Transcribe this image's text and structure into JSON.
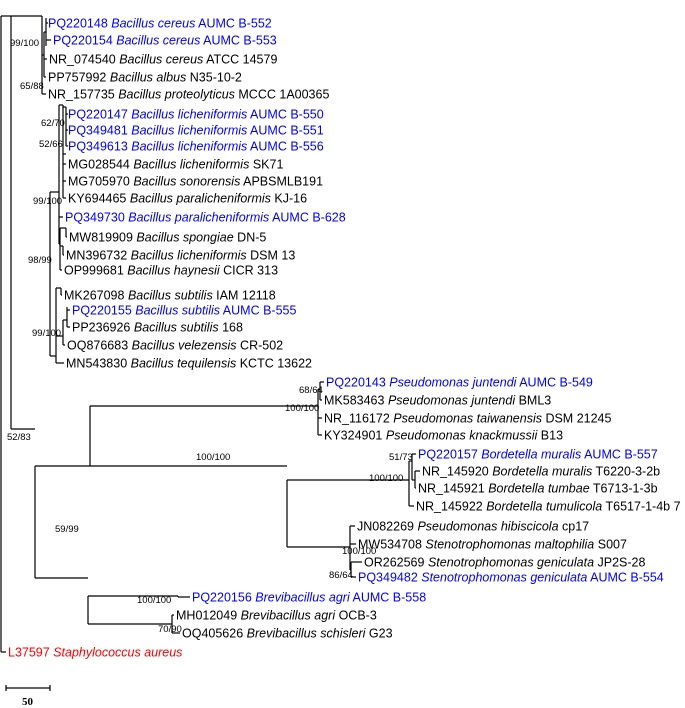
{
  "colors": {
    "query": "#0000ff",
    "reference": "#000000",
    "outgroup": "#ff0000"
  },
  "taxa": [
    {
      "id": "t1",
      "accession": "PQ220148",
      "species": "Bacillus cereus",
      "strain": "AUMC B-552",
      "kind": "query"
    },
    {
      "id": "t2",
      "accession": "PQ220154",
      "species": "Bacillus cereus",
      "strain": "AUMC B-553",
      "kind": "query"
    },
    {
      "id": "t3",
      "accession": "NR_074540",
      "species": "Bacillus cereus",
      "strain": "ATCC 14579",
      "kind": "reference"
    },
    {
      "id": "t4",
      "accession": "PP757992",
      "species": "Bacillus albus",
      "strain": "N35-10-2",
      "kind": "reference"
    },
    {
      "id": "t5",
      "accession": "NR_157735",
      "species": "Bacillus proteolyticus",
      "strain": "MCCC 1A00365",
      "kind": "reference"
    },
    {
      "id": "t6",
      "accession": "PQ220147",
      "species": "Bacillus licheniformis",
      "strain": "AUMC B-550",
      "kind": "query"
    },
    {
      "id": "t7",
      "accession": "PQ349481",
      "species": "Bacillus licheniformis",
      "strain": "AUMC B-551",
      "kind": "query"
    },
    {
      "id": "t8",
      "accession": "PQ349613",
      "species": "Bacillus licheniformis",
      "strain": "AUMC B-556",
      "kind": "query"
    },
    {
      "id": "t9",
      "accession": "MG028544",
      "species": "Bacillus licheniformis",
      "strain": "SK71",
      "kind": "reference"
    },
    {
      "id": "t10",
      "accession": "MG705970",
      "species": "Bacillus sonorensis",
      "strain": "APBSMLB191",
      "kind": "reference"
    },
    {
      "id": "t11",
      "accession": "KY694465",
      "species": "Bacillus paralicheniformis",
      "strain": "KJ-16",
      "kind": "reference"
    },
    {
      "id": "t12",
      "accession": "PQ349730",
      "species": "Bacillus paralicheniformis",
      "strain": "AUMC B-628",
      "kind": "query"
    },
    {
      "id": "t13",
      "accession": "MW819909",
      "species": "Bacillus spongiae",
      "strain": "DN-5",
      "kind": "reference"
    },
    {
      "id": "t14",
      "accession": "MN396732",
      "species": "Bacillus licheniformis",
      "strain": "DSM 13",
      "kind": "reference"
    },
    {
      "id": "t15",
      "accession": "OP999681",
      "species": "Bacillus haynesii",
      "strain": "CICR 313",
      "kind": "reference"
    },
    {
      "id": "t16",
      "accession": "MK267098",
      "species": "Bacillus subtilis",
      "strain": "IAM 12118",
      "kind": "reference"
    },
    {
      "id": "t17",
      "accession": "PQ220155",
      "species": "Bacillus subtilis",
      "strain": "AUMC B-555",
      "kind": "query"
    },
    {
      "id": "t18",
      "accession": "PP236926",
      "species": "Bacillus subtilis",
      "strain": "168",
      "kind": "reference"
    },
    {
      "id": "t19",
      "accession": "OQ876683",
      "species": "Bacillus velezensis",
      "strain": "CR-502",
      "kind": "reference"
    },
    {
      "id": "t20",
      "accession": "MN543830",
      "species": "Bacillus tequilensis",
      "strain": "KCTC 13622",
      "kind": "reference"
    },
    {
      "id": "t21",
      "accession": "PQ220143",
      "species": "Pseudomonas juntendi",
      "strain": "AUMC B-549",
      "kind": "query"
    },
    {
      "id": "t22",
      "accession": "MK583463",
      "species": "Pseudomonas juntendi",
      "strain": "BML3",
      "kind": "reference"
    },
    {
      "id": "t23",
      "accession": "NR_116172",
      "species": "Pseudomonas taiwanensis",
      "strain": "DSM 21245",
      "kind": "reference"
    },
    {
      "id": "t24",
      "accession": "KY324901",
      "species": "Pseudomonas knackmussii",
      "strain": "B13",
      "kind": "reference"
    },
    {
      "id": "t25",
      "accession": "PQ220157",
      "species": "Bordetella muralis",
      "strain": "AUMC B-557",
      "kind": "query"
    },
    {
      "id": "t26",
      "accession": "NR_145920",
      "species": "Bordetella muralis",
      "strain": "T6220-3-2b",
      "kind": "reference"
    },
    {
      "id": "t27",
      "accession": "NR_145921",
      "species": "Bordetella tumbae",
      "strain": "T6713-1-3b",
      "kind": "reference"
    },
    {
      "id": "t28",
      "accession": "NR_145922",
      "species": "Bordetella tumulicola",
      "strain": "T6517-1-4b 7",
      "kind": "reference"
    },
    {
      "id": "t29",
      "accession": "JN082269",
      "species": "Pseudomonas hibiscicola",
      "strain": "cp17",
      "kind": "reference"
    },
    {
      "id": "t30",
      "accession": "MW534708",
      "species": "Stenotrophomonas maltophilia",
      "strain": "S007",
      "kind": "reference"
    },
    {
      "id": "t31",
      "accession": "OR262569",
      "species": "Stenotrophomonas geniculata",
      "strain": "JP2S-28",
      "kind": "reference"
    },
    {
      "id": "t32",
      "accession": "PQ349482",
      "species": "Stenotrophomonas geniculata",
      "strain": "AUMC B-554",
      "kind": "query"
    },
    {
      "id": "t33",
      "accession": "PQ220156",
      "species": "Brevibacillus agri",
      "strain": "AUMC B-558",
      "kind": "query"
    },
    {
      "id": "t34",
      "accession": "MH012049",
      "species": "Brevibacillus agri",
      "strain": "OCB-3",
      "kind": "reference"
    },
    {
      "id": "t35",
      "accession": "OQ405626",
      "species": "Brevibacillus schisleri",
      "strain": "G23",
      "kind": "reference"
    },
    {
      "id": "t36",
      "accession": "L37597",
      "species": "Staphylococcus aureus",
      "strain": "",
      "kind": "outgroup"
    }
  ],
  "bootstrap": [
    {
      "id": "b1",
      "value": "99/100"
    },
    {
      "id": "b2",
      "value": "65/88"
    },
    {
      "id": "b3",
      "value": "62/70"
    },
    {
      "id": "b4",
      "value": "52/66"
    },
    {
      "id": "b5",
      "value": "99/100"
    },
    {
      "id": "b6",
      "value": "98/99"
    },
    {
      "id": "b7",
      "value": "99/100"
    },
    {
      "id": "b8",
      "value": "52/83"
    },
    {
      "id": "b9",
      "value": "68/64"
    },
    {
      "id": "b10",
      "value": "100/100"
    },
    {
      "id": "b11",
      "value": "100/100"
    },
    {
      "id": "b12",
      "value": "51/73"
    },
    {
      "id": "b13",
      "value": "100/100"
    },
    {
      "id": "b14",
      "value": "100/100"
    },
    {
      "id": "b15",
      "value": "86/64"
    },
    {
      "id": "b16",
      "value": "59/99"
    },
    {
      "id": "b17",
      "value": "100/100"
    },
    {
      "id": "b18",
      "value": "70/90"
    }
  ],
  "scale_bar": {
    "label": "50"
  }
}
